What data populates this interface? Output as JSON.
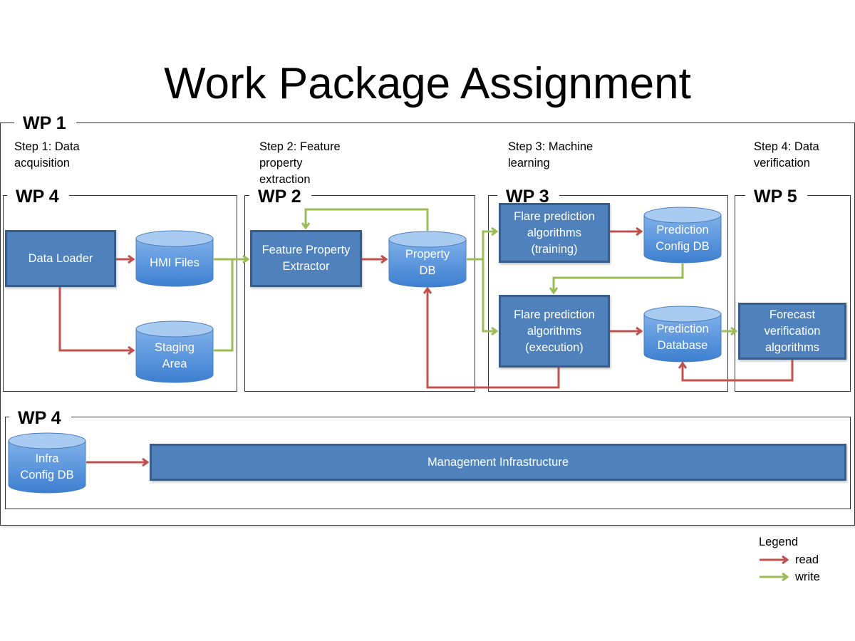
{
  "title": "Work Package Assignment",
  "colors": {
    "box_fill": "#4f81bd",
    "box_border": "#385d8a",
    "read": "#c0504d",
    "write": "#9bbb59",
    "cylinder_top": "#a7c7f0",
    "cylinder_body": "#5b9bd5"
  },
  "wp_labels": {
    "outer": "WP 1",
    "acquisition": "WP 4",
    "extraction": "WP 2",
    "learning": "WP 3",
    "verification": "WP 5",
    "infrastructure": "WP 4"
  },
  "steps": [
    {
      "line1": "Step 1: Data",
      "line2": "acquisition",
      "line3": ""
    },
    {
      "line1": "Step 2: Feature",
      "line2": "property",
      "line3": "extraction"
    },
    {
      "line1": "Step 3: Machine",
      "line2": "learning",
      "line3": ""
    },
    {
      "line1": "Step 4: Data",
      "line2": "verification",
      "line3": ""
    }
  ],
  "components": {
    "data_loader": "Data Loader",
    "hmi_files": "HMI Files",
    "staging_area": {
      "line1": "Staging",
      "line2": "Area"
    },
    "feature_extractor": {
      "line1": "Feature Property",
      "line2": "Extractor"
    },
    "property_db": {
      "line1": "Property",
      "line2": "DB"
    },
    "flare_training": {
      "line1": "Flare prediction",
      "line2": "algorithms",
      "line3": "(training)"
    },
    "prediction_config_db": {
      "line1": "Prediction",
      "line2": "Config DB"
    },
    "flare_execution": {
      "line1": "Flare prediction",
      "line2": "algorithms",
      "line3": "(execution)"
    },
    "prediction_database": {
      "line1": "Prediction",
      "line2": "Database"
    },
    "forecast_verification": {
      "line1": "Forecast",
      "line2": "verification",
      "line3": "algorithms"
    },
    "infra_config_db": {
      "line1": "Infra",
      "line2": "Config DB"
    },
    "management_infrastructure": "Management Infrastructure"
  },
  "connections": [
    {
      "from": "Data Loader",
      "to": "HMI Files",
      "type": "read"
    },
    {
      "from": "Data Loader",
      "to": "Staging Area",
      "type": "read"
    },
    {
      "from": "HMI Files",
      "to": "Feature Property Extractor",
      "type": "write"
    },
    {
      "from": "Staging Area",
      "to": "Feature Property Extractor",
      "type": "write"
    },
    {
      "from": "Feature Property Extractor",
      "to": "Property DB",
      "type": "read"
    },
    {
      "from": "Property DB",
      "to": "Feature Property Extractor",
      "type": "write"
    },
    {
      "from": "Property DB",
      "to": "Flare prediction algorithms (training)",
      "type": "write"
    },
    {
      "from": "Property DB",
      "to": "Flare prediction algorithms (execution)",
      "type": "write"
    },
    {
      "from": "Flare prediction algorithms (training)",
      "to": "Prediction Config DB",
      "type": "read"
    },
    {
      "from": "Prediction Config DB",
      "to": "Flare prediction algorithms (execution)",
      "type": "write"
    },
    {
      "from": "Flare prediction algorithms (execution)",
      "to": "Prediction Database",
      "type": "read"
    },
    {
      "from": "Flare prediction algorithms (execution)",
      "to": "Property DB",
      "type": "read"
    },
    {
      "from": "Prediction Database",
      "to": "Forecast verification algorithms",
      "type": "write"
    },
    {
      "from": "Forecast verification algorithms",
      "to": "Prediction Database",
      "type": "read"
    },
    {
      "from": "Infra Config DB",
      "to": "Management Infrastructure",
      "type": "read"
    }
  ],
  "legend": {
    "title": "Legend",
    "read": "read",
    "write": "write"
  }
}
